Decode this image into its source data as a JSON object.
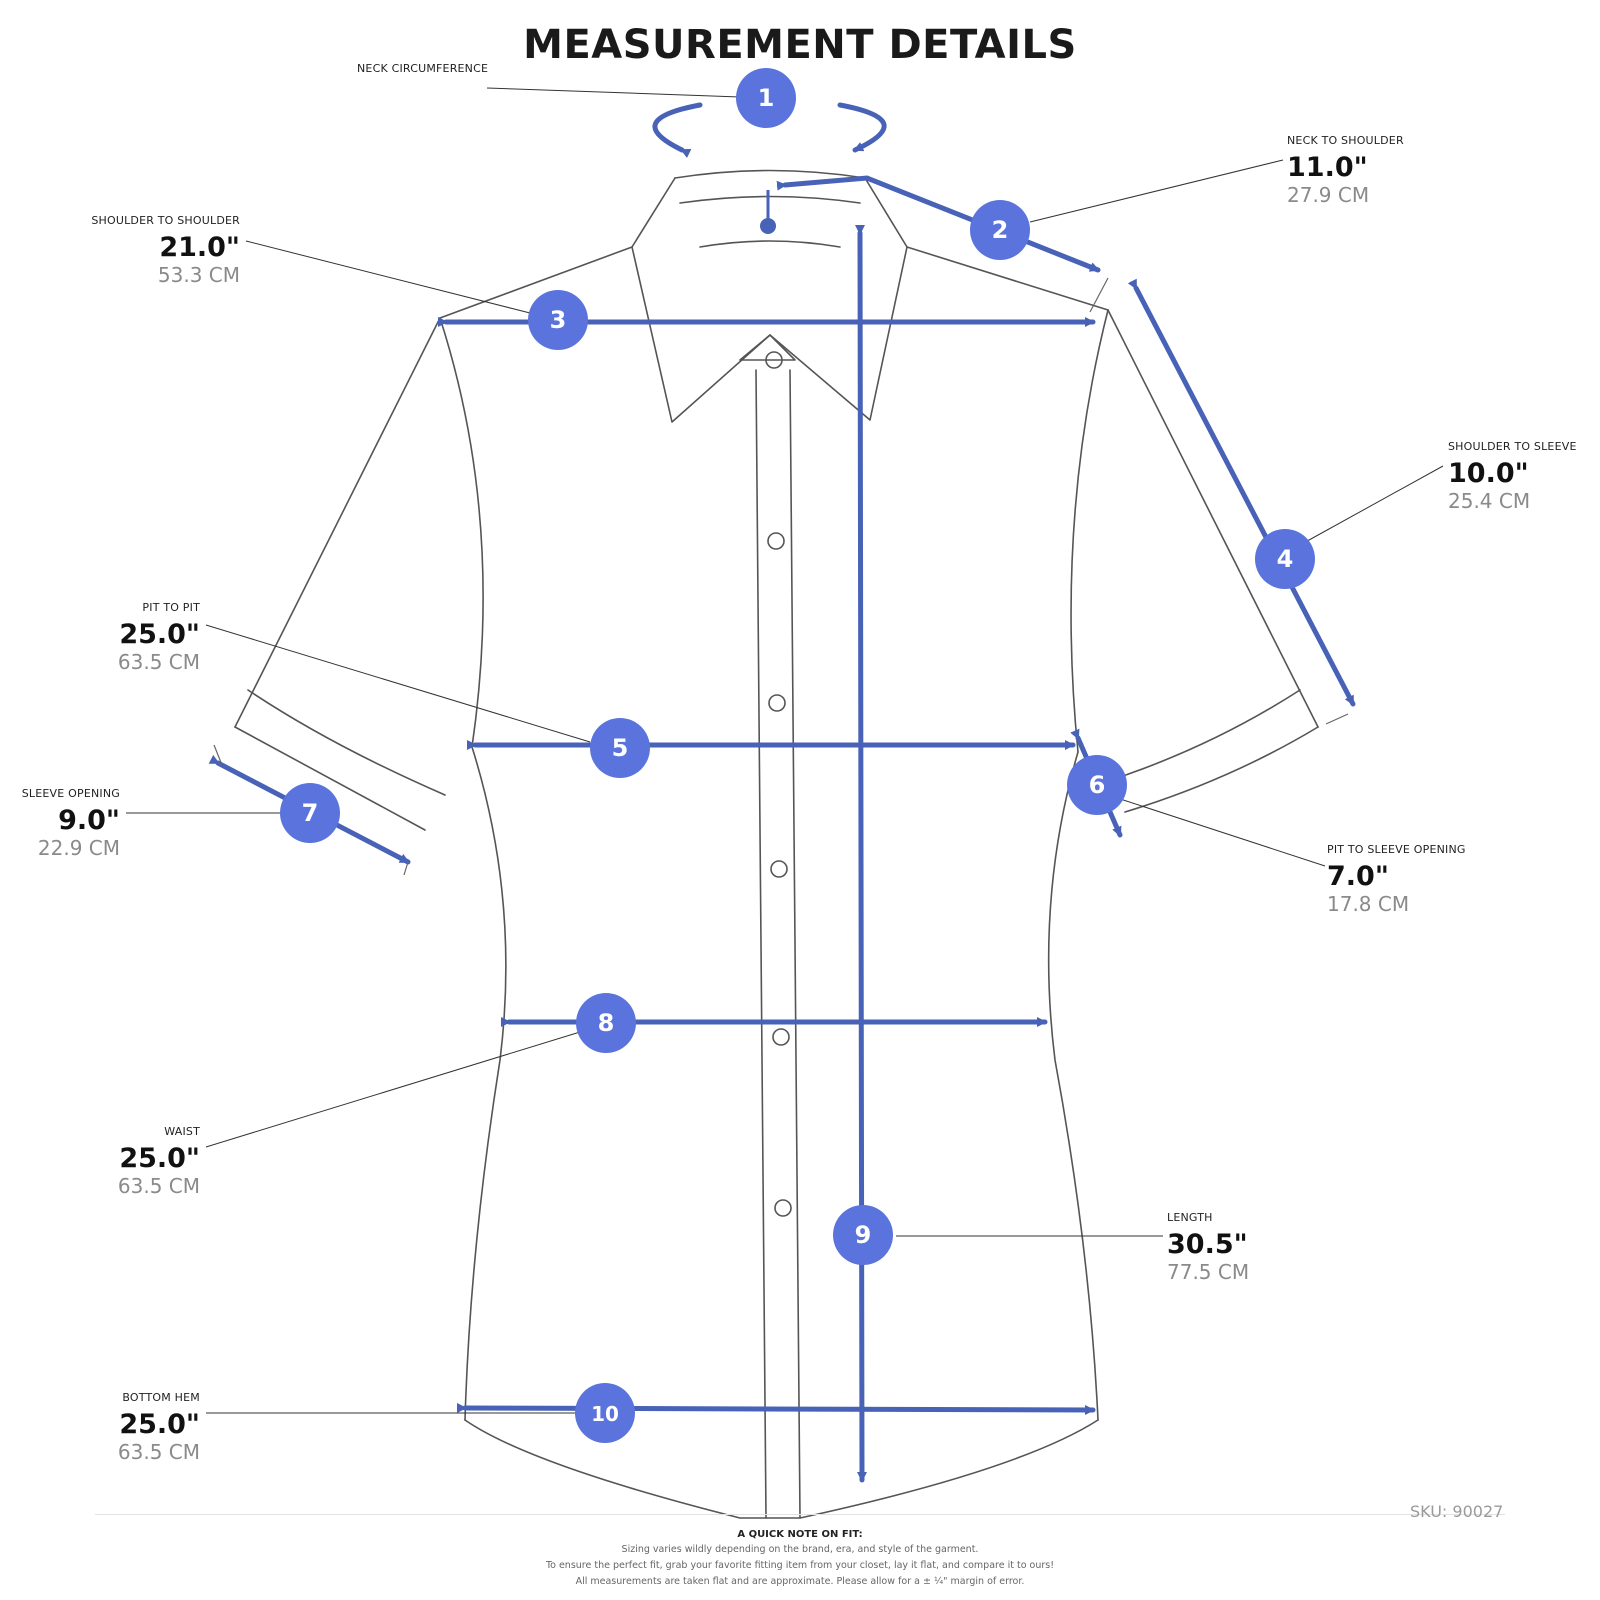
{
  "title": "MEASUREMENT DETAILS",
  "accent_color": "#5b74dd",
  "arrow_color": "#4862b7",
  "measurements": [
    {
      "number": "1",
      "label": "NECK CIRCUMFERENCE",
      "inches": "",
      "cm": ""
    },
    {
      "number": "2",
      "label": "NECK TO SHOULDER",
      "inches": "11.0\"",
      "cm": "27.9 CM"
    },
    {
      "number": "3",
      "label": "SHOULDER TO SHOULDER",
      "inches": "21.0\"",
      "cm": "53.3 CM"
    },
    {
      "number": "4",
      "label": "SHOULDER TO SLEEVE",
      "inches": "10.0\"",
      "cm": "25.4 CM"
    },
    {
      "number": "5",
      "label": "PIT TO PIT",
      "inches": "25.0\"",
      "cm": "63.5 CM"
    },
    {
      "number": "6",
      "label": "PIT TO SLEEVE OPENING",
      "inches": "7.0\"",
      "cm": "17.8 CM"
    },
    {
      "number": "7",
      "label": "SLEEVE OPENING",
      "inches": "9.0\"",
      "cm": "22.9 CM"
    },
    {
      "number": "8",
      "label": "WAIST",
      "inches": "25.0\"",
      "cm": "63.5 CM"
    },
    {
      "number": "9",
      "label": "LENGTH",
      "inches": "30.5\"",
      "cm": "77.5 CM"
    },
    {
      "number": "10",
      "label": "BOTTOM HEM",
      "inches": "25.0\"",
      "cm": "63.5 CM"
    }
  ],
  "sku": "SKU: 90027",
  "note": {
    "heading": "A QUICK NOTE ON FIT:",
    "lines": [
      "Sizing varies wildly depending on the brand, era, and style of the garment.",
      "To ensure the perfect fit, grab your favorite fitting item from your closet, lay it flat, and compare it to ours!",
      "All measurements are taken flat and are approximate. Please allow for a ± ¼\" margin of error."
    ]
  }
}
